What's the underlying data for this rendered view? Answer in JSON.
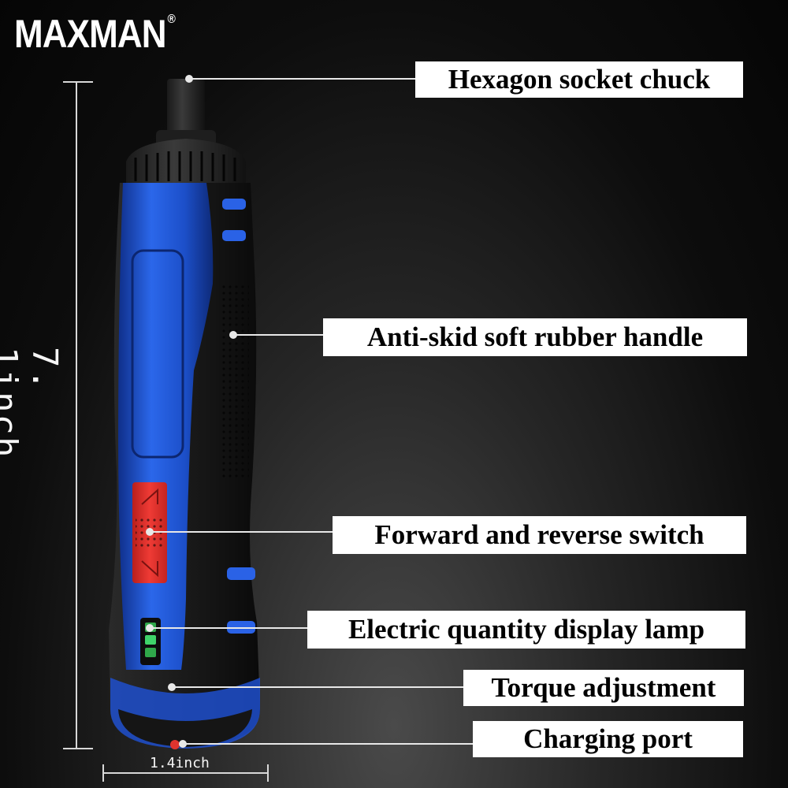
{
  "brand": {
    "name": "MAXMAN",
    "mark": "®"
  },
  "labels": {
    "chuck": "Hexagon socket chuck",
    "handle": "Anti-skid soft rubber handle",
    "switch": "Forward and reverse switch",
    "lamp": "Electric quantity display lamp",
    "torque": "Torque adjustment",
    "charging": "Charging port"
  },
  "dimensions": {
    "height": "7. 1inch",
    "width": "1.4inch"
  },
  "colors": {
    "body_blue": "#1f5ad8",
    "grip_black": "#1b1b1b",
    "switch_red": "#e0342f",
    "lamp_green": "#3fd46a"
  }
}
